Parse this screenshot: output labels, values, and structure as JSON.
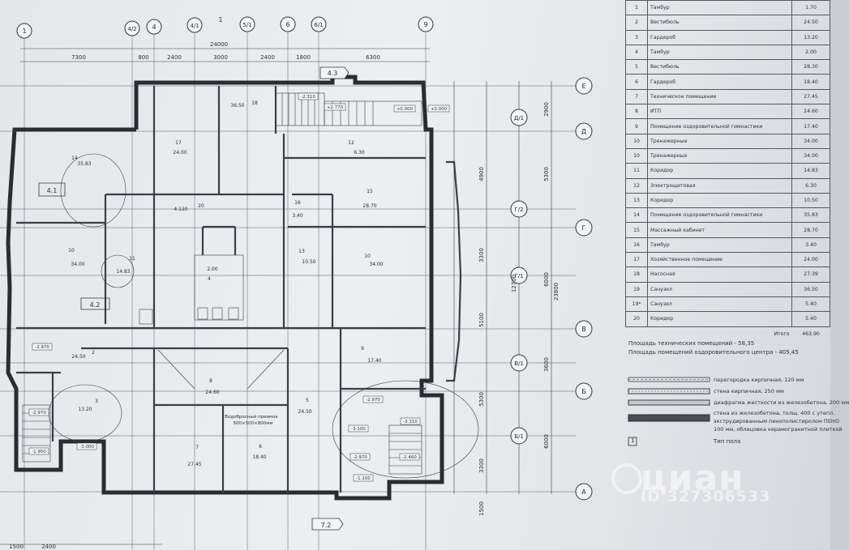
{
  "axes_top": [
    "1",
    "4/2",
    "4",
    "4/1",
    "5/1",
    "6",
    "6/1",
    "9"
  ],
  "axes_right": [
    "Е",
    "Д",
    "Г/2",
    "Г",
    "Г/1",
    "В",
    "В/1",
    "Б",
    "Б/1",
    "А"
  ],
  "axes_right_sub": [
    "",
    "Д/1",
    "",
    "",
    "",
    "",
    "",
    "",
    "",
    ""
  ],
  "dims_top_total": "24000",
  "dims_top": [
    "7300",
    "800",
    "2400",
    "3000",
    "2400",
    "1800",
    "6300"
  ],
  "dims_bottom": [
    "1500",
    "2400"
  ],
  "dims_right": [
    "2900",
    "5300",
    "4900",
    "12700",
    "3300",
    "6000",
    "5100",
    "23800",
    "3600",
    "5300",
    "6000",
    "3300",
    "1500"
  ],
  "section_marks": [
    "4.3",
    "4.1",
    "4.2",
    "7.2",
    "1"
  ],
  "room_labels": [
    {
      "num": "18",
      "area": "36.50"
    },
    {
      "num": "17",
      "area": "24.00"
    },
    {
      "num": "12",
      "area": "6.30"
    },
    {
      "num": "14",
      "area": "35.83"
    },
    {
      "num": "15",
      "area": "28.70"
    },
    {
      "num": "20",
      "area": "4.120"
    },
    {
      "num": "16",
      "area": "3.40"
    },
    {
      "num": "10",
      "area": "34.00"
    },
    {
      "num": "11",
      "area": "14.83"
    },
    {
      "num": "13",
      "area": "10.50"
    },
    {
      "num": "10",
      "area": "34.00"
    },
    {
      "num": "2",
      "area": "24.50"
    },
    {
      "num": "9",
      "area": "17.40"
    },
    {
      "num": "8",
      "area": "24.60"
    },
    {
      "num": "5",
      "area": "24.50"
    },
    {
      "num": "3",
      "area": "13.20"
    },
    {
      "num": "7",
      "area": "27.45"
    },
    {
      "num": "6",
      "area": "18.40"
    },
    {
      "num": "4",
      "area": "2.00"
    }
  ],
  "level_marks": [
    "-2.310",
    "+2.770",
    "+0.000",
    "+0.000",
    "-2.970",
    "-1.950",
    "-3.000",
    "-2.970",
    "-2.970",
    "-3.100",
    "-3.310",
    "-2.970",
    "-2.460",
    "-1.100"
  ],
  "pool_note": [
    "Водобросный приямок",
    "500×500×800мм"
  ],
  "room_table": {
    "rows": [
      {
        "num": "1",
        "name": "Тамбур",
        "area": "1.70"
      },
      {
        "num": "2",
        "name": "Вестибюль",
        "area": "24.50"
      },
      {
        "num": "3",
        "name": "Гардероб",
        "area": "13.20"
      },
      {
        "num": "4",
        "name": "Тамбур",
        "area": "2.00"
      },
      {
        "num": "5",
        "name": "Вестибюль",
        "area": "28.30"
      },
      {
        "num": "6",
        "name": "Гардероб",
        "area": "18.40"
      },
      {
        "num": "7",
        "name": "Техническое помещение",
        "area": "27.45"
      },
      {
        "num": "8",
        "name": "ИТП",
        "area": "24.60"
      },
      {
        "num": "9",
        "name": "Помещение оздоровительной гимнастики",
        "area": "17.40"
      },
      {
        "num": "10",
        "name": "Тренажерные",
        "area": "34.00"
      },
      {
        "num": "10",
        "name": "Тренажерные",
        "area": "34.00"
      },
      {
        "num": "11",
        "name": "Коридор",
        "area": "14.83"
      },
      {
        "num": "12",
        "name": "Электрощитовая",
        "area": "6.30"
      },
      {
        "num": "13",
        "name": "Коридор",
        "area": "10.50"
      },
      {
        "num": "14",
        "name": "Помещение оздоровительной гимнастики",
        "area": "35.83"
      },
      {
        "num": "15",
        "name": "Массажный кабинет",
        "area": "28.70"
      },
      {
        "num": "16",
        "name": "Тамбур",
        "area": "3.40"
      },
      {
        "num": "17",
        "name": "Хозяйственное помещение",
        "area": "24.00"
      },
      {
        "num": "18",
        "name": "Насосная",
        "area": "27.39"
      },
      {
        "num": "19",
        "name": "Санузел",
        "area": "36.50"
      },
      {
        "num": "19*",
        "name": "Санузел",
        "area": "5.40"
      },
      {
        "num": "20",
        "name": "Коридор",
        "area": "5.40"
      }
    ],
    "total_label": "Итого",
    "total_value": "463.90"
  },
  "notes": {
    "tech_area": "Площадь технических помещений - 58,35",
    "health_area": "Площадь помещений оздоровительного центра - 405,45"
  },
  "legend": [
    {
      "label": "перегородка кирпичная, 120 мм"
    },
    {
      "label": "стена кирпичная, 250 мм"
    },
    {
      "label": "диафрагма жесткости из железобетона, 200 мм"
    },
    {
      "label": "стена из железобетона, толщ. 400 с утепл."
    },
    {
      "label": "экструдированным пенополистиролом ПЕНО"
    },
    {
      "label": "100 мм, облицовка керамогранитной плиткой"
    }
  ],
  "floor_type_label": "Тип пола",
  "floor_type_sample": "1",
  "watermark": {
    "brand": "циан",
    "id": "ID 327306533"
  }
}
